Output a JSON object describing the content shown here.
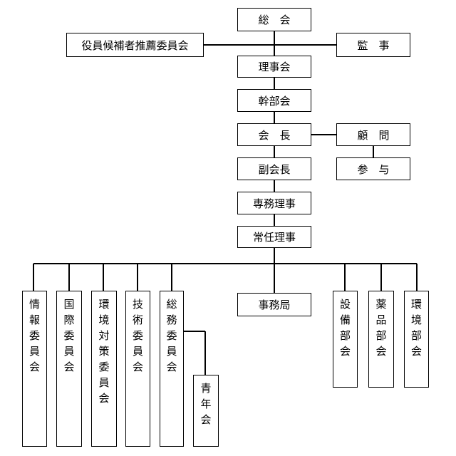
{
  "nodes": {
    "soukai": "総　会",
    "suisen": "役員候補者推薦委員会",
    "kanji": "監　事",
    "rijikai": "理事会",
    "kanbukai": "幹部会",
    "kaichou": "会　長",
    "komon": "顧　問",
    "sanyo": "参　与",
    "fukukaichou": "副会長",
    "senmu": "専務理事",
    "jounin": "常任理事",
    "jouhou": "情報委員会",
    "kokusai": "国際委員会",
    "kankyoutaisaku": "環境対策委員会",
    "gijutsu": "技術委員会",
    "soumu": "総務委員会",
    "seinen": "青年会",
    "jimukyoku": "事務局",
    "setsubi": "設備部会",
    "yakuhin": "薬品部会",
    "kankyoubu": "環境部会"
  }
}
